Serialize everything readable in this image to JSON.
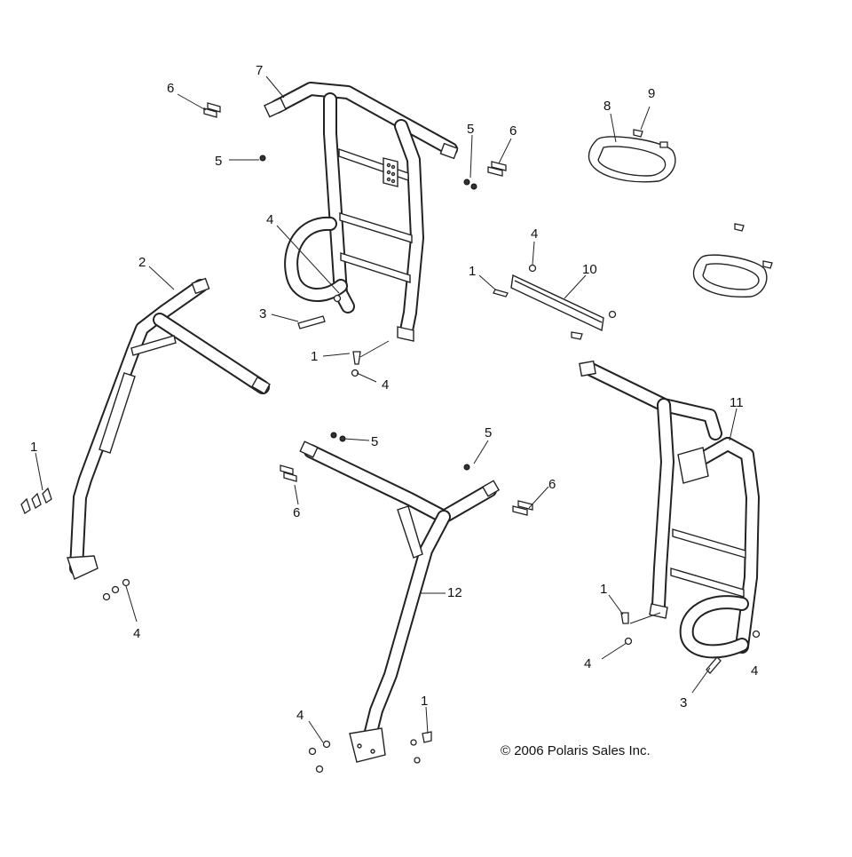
{
  "callouts": {
    "c1": "1",
    "c2": "2",
    "c3": "3",
    "c4": "4",
    "c5": "5",
    "c6": "6",
    "c7": "7",
    "c8": "8",
    "c9": "9",
    "c10": "10",
    "c11": "11",
    "c12": "12"
  },
  "copyright": "© 2006 Polaris Sales Inc."
}
